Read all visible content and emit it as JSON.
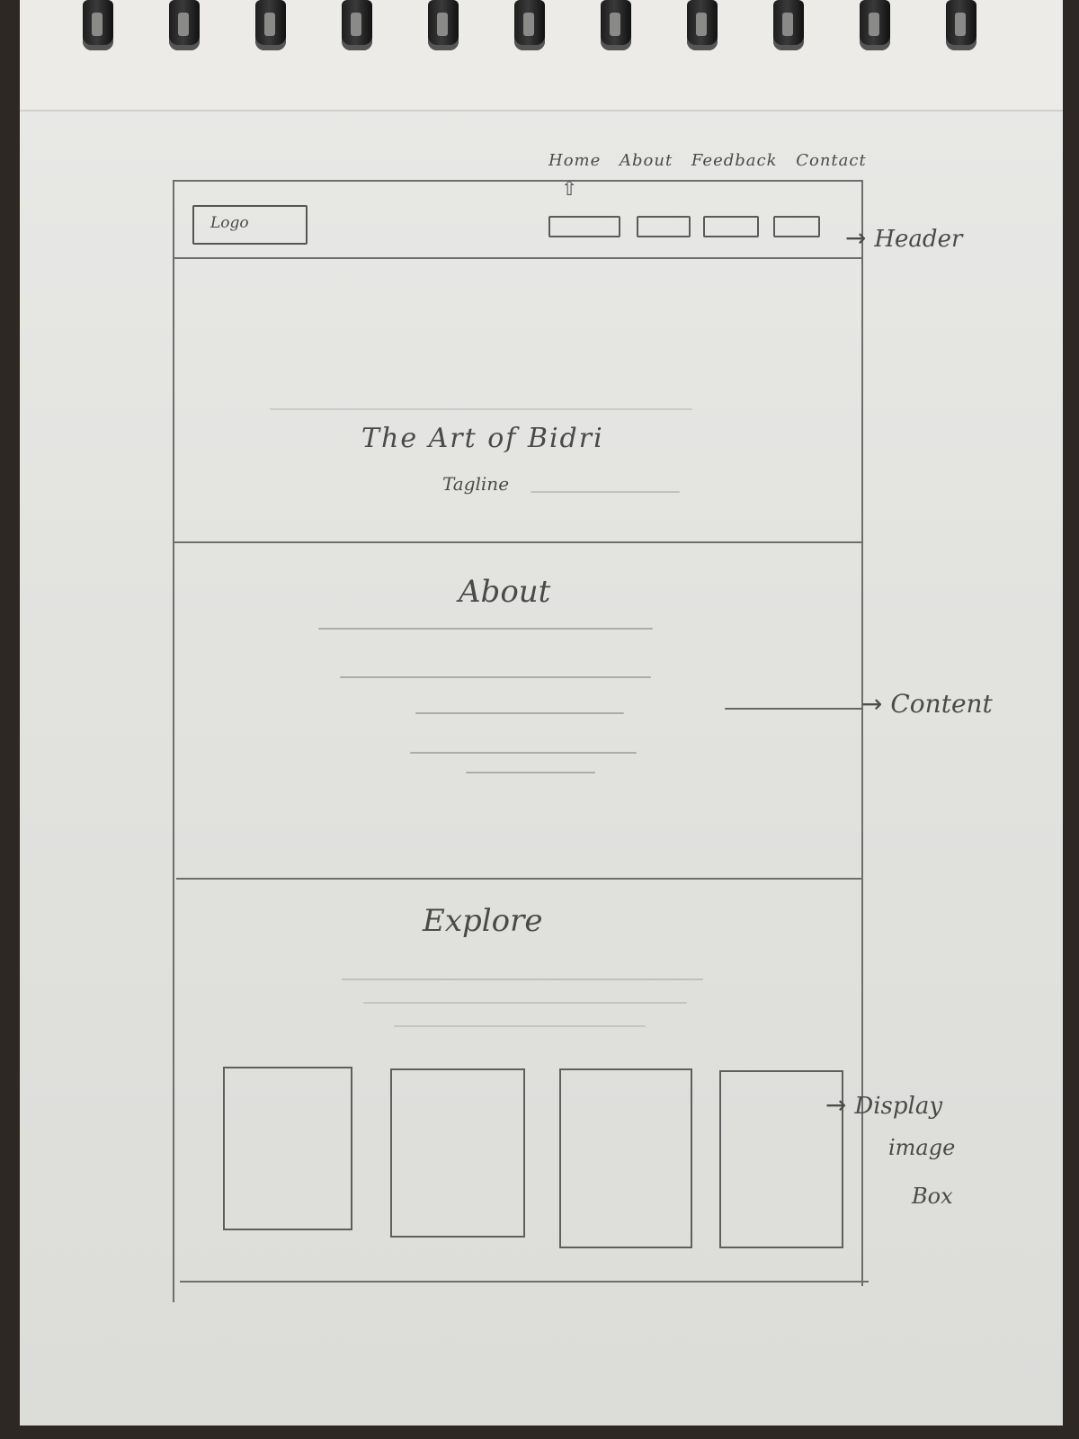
{
  "header": {
    "logo": "Logo",
    "nav": [
      "Home",
      "About",
      "Feedback",
      "Contact"
    ],
    "annotation": "Header"
  },
  "hero": {
    "title": "The Art of Bidri",
    "tagline": "Tagline"
  },
  "about": {
    "title": "About",
    "annotation": "Content"
  },
  "explore": {
    "title": "Explore",
    "annotation": [
      "Display",
      "image",
      "Box"
    ]
  }
}
